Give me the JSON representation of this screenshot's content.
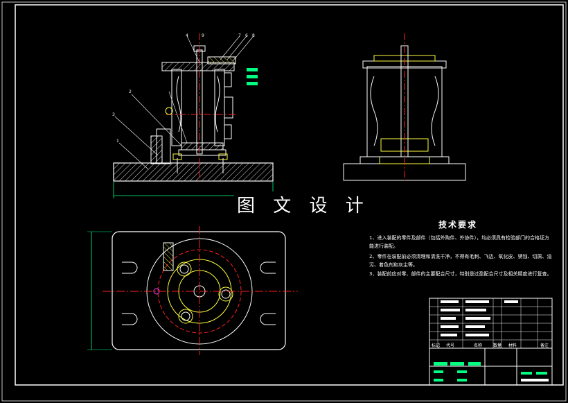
{
  "drawing": {
    "watermark": "图 文 设 计",
    "technical_requirements": {
      "title": "技术要求",
      "items": [
        "1、进入装配的零件及部件（包括外购件、外协件），均必须具有检验部门的合格证方能进行装配。",
        "2、零件在装配前必须清理和清洗干净，不得有毛刺、飞边、氧化皮、锈蚀、切屑、油污、着色剂和灰尘等。",
        "3、装配前应对零、部件的主要配合尺寸，特别是过盈配合尺寸及相关精度进行复查。"
      ]
    },
    "title_block": {
      "col_labels": [
        "标记",
        "代号",
        "名称",
        "数量",
        "材料",
        "备注"
      ]
    },
    "balloons": [
      "4",
      "9",
      "7",
      "6",
      "8",
      "2",
      "3",
      "1"
    ],
    "colors": {
      "background": "#000000",
      "outline": "#ffffff",
      "centerline": "#ff2020",
      "hatch": "#ffff40",
      "dimension": "#00ff80",
      "leader": "#ffffff",
      "magenta": "#ff40ff"
    }
  }
}
